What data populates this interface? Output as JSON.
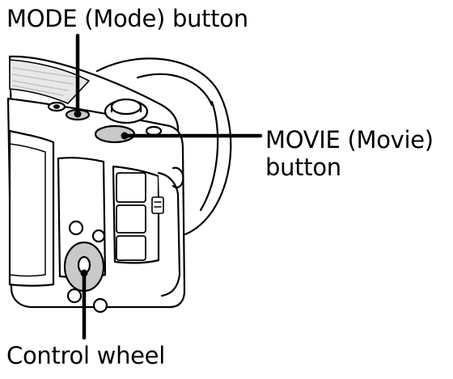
{
  "labels": {
    "mode_button": "MODE (Mode) button",
    "movie_button": "MOVIE (Movie)\nbutton",
    "control_wheel": "Control wheel"
  },
  "colors": {
    "line": "#000000",
    "fill_light": "#e8e8e8",
    "fill_mid": "#c9c9c9",
    "fill_dark": "#9a9a9a",
    "background": "#ffffff"
  }
}
